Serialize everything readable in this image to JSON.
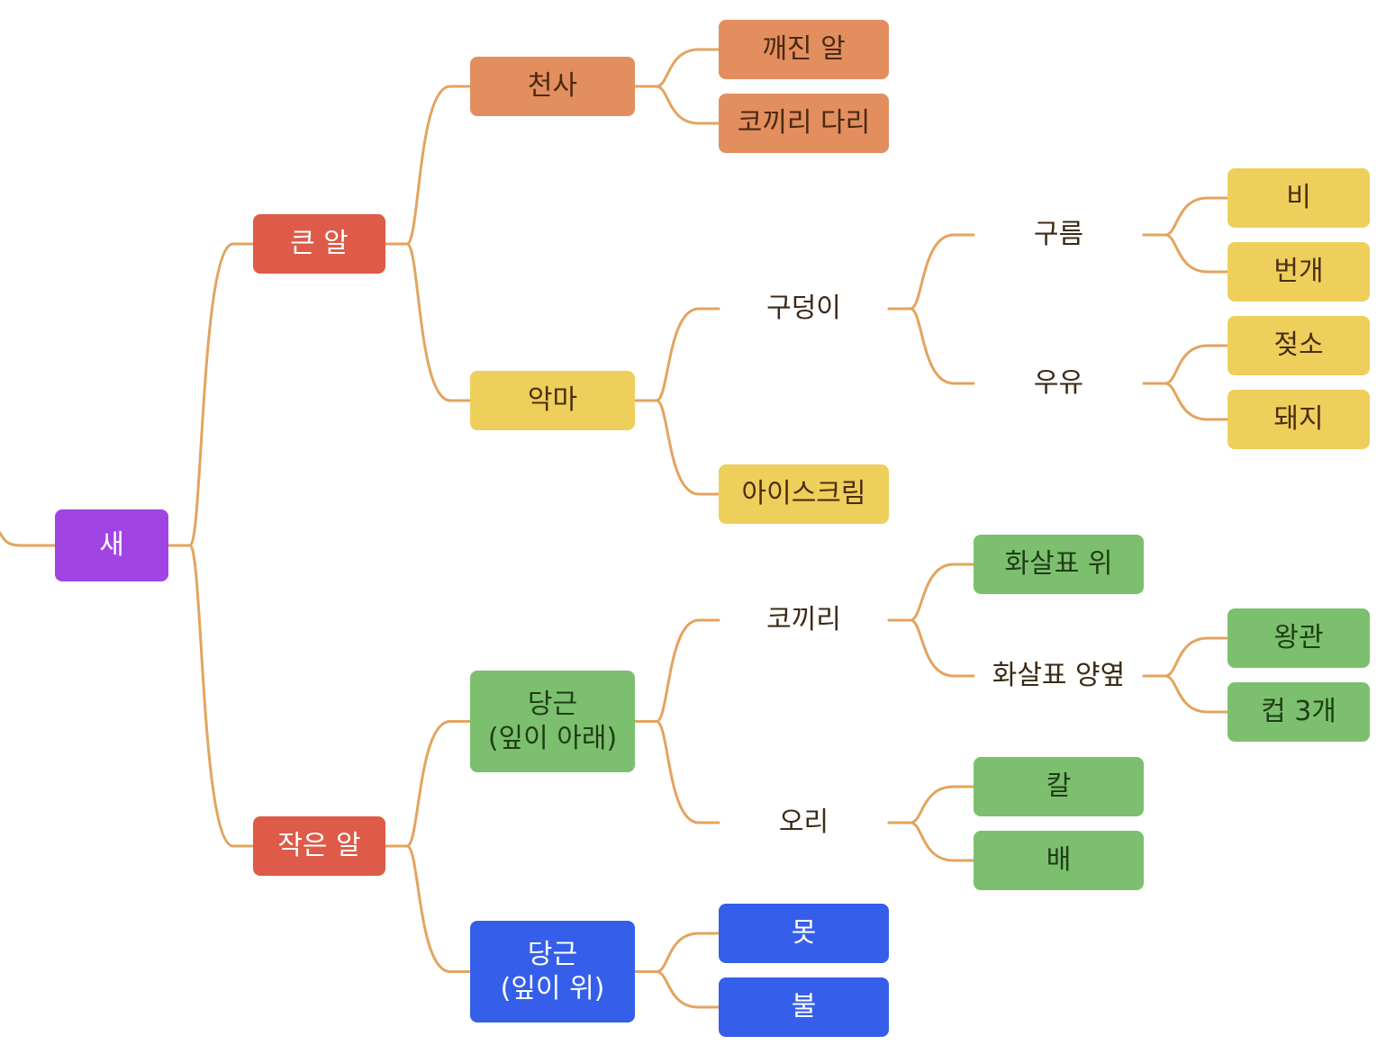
{
  "diagram": {
    "type": "mind-map",
    "colors": {
      "connector": "#e3a45e",
      "purple": "#a044e3",
      "red": "#dd5b48",
      "orange": "#e28e5f",
      "yellow": "#eecf5c",
      "green": "#7cc06f",
      "blue": "#355fea"
    },
    "nodes": [
      {
        "id": "root",
        "label": "새",
        "color": "purple"
      },
      {
        "id": "big-egg",
        "label": "큰 알",
        "color": "red",
        "parent": "root"
      },
      {
        "id": "small-egg",
        "label": "작은 알",
        "color": "red",
        "parent": "root"
      },
      {
        "id": "angel",
        "label": "천사",
        "color": "orange",
        "parent": "big-egg"
      },
      {
        "id": "devil",
        "label": "악마",
        "color": "yellow",
        "parent": "big-egg"
      },
      {
        "id": "broken-egg",
        "label": "깨진 알",
        "color": "orange",
        "parent": "angel"
      },
      {
        "id": "elephant-leg",
        "label": "코끼리 다리",
        "color": "orange",
        "parent": "angel"
      },
      {
        "id": "puddle",
        "label": "구덩이",
        "color": "plain",
        "parent": "devil"
      },
      {
        "id": "ice-cream",
        "label": "아이스크림",
        "color": "yellow",
        "parent": "devil"
      },
      {
        "id": "cloud",
        "label": "구름",
        "color": "plain",
        "parent": "puddle"
      },
      {
        "id": "milk",
        "label": "우유",
        "color": "plain",
        "parent": "puddle"
      },
      {
        "id": "rain",
        "label": "비",
        "color": "yellow",
        "parent": "cloud"
      },
      {
        "id": "lightning",
        "label": "번개",
        "color": "yellow",
        "parent": "cloud"
      },
      {
        "id": "cow",
        "label": "젖소",
        "color": "yellow",
        "parent": "milk"
      },
      {
        "id": "pig",
        "label": "돼지",
        "color": "yellow",
        "parent": "milk"
      },
      {
        "id": "carrot-leaf-down",
        "label": "당근\n(잎이 아래)",
        "color": "green",
        "parent": "small-egg"
      },
      {
        "id": "carrot-leaf-up",
        "label": "당근\n(잎이 위)",
        "color": "blue",
        "parent": "small-egg"
      },
      {
        "id": "elephant",
        "label": "코끼리",
        "color": "plain",
        "parent": "carrot-leaf-down"
      },
      {
        "id": "duck",
        "label": "오리",
        "color": "plain",
        "parent": "carrot-leaf-down"
      },
      {
        "id": "arrow-up",
        "label": "화살표 위",
        "color": "green",
        "parent": "elephant"
      },
      {
        "id": "arrow-sides",
        "label": "화살표 양옆",
        "color": "plain",
        "parent": "elephant"
      },
      {
        "id": "crown",
        "label": "왕관",
        "color": "green",
        "parent": "arrow-sides"
      },
      {
        "id": "three-cups",
        "label": "컵 3개",
        "color": "green",
        "parent": "arrow-sides"
      },
      {
        "id": "knife",
        "label": "칼",
        "color": "green",
        "parent": "duck"
      },
      {
        "id": "pear",
        "label": "배",
        "color": "green",
        "parent": "duck"
      },
      {
        "id": "nail",
        "label": "못",
        "color": "blue",
        "parent": "carrot-leaf-up"
      },
      {
        "id": "fire",
        "label": "불",
        "color": "blue",
        "parent": "carrot-leaf-up"
      }
    ]
  }
}
